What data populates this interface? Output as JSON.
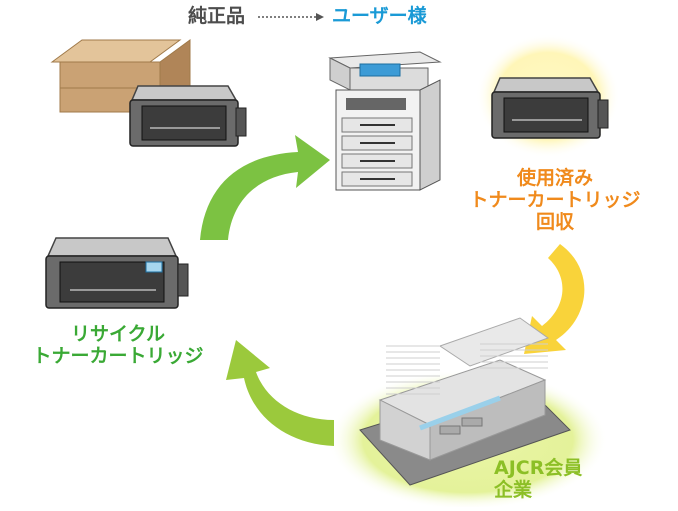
{
  "top": {
    "source_label": "純正品",
    "target_label": "ユーザー様"
  },
  "used": {
    "line1": "使用済み",
    "line2": "トナーカートリッジ",
    "line3": "回収"
  },
  "recycle": {
    "line1": "リサイクル",
    "line2": "トナーカートリッジ"
  },
  "member": {
    "line1": "AJCR会員",
    "line2": "企業"
  },
  "colors": {
    "green_arrow": "#7cc242",
    "light_green_arrow": "#9bc93c",
    "yellow_arrow": "#f9d33a",
    "blue_text": "#1a9ad6",
    "orange_text": "#f08a1c",
    "green_text": "#3aa935",
    "glow_yellow": "#fff6b8",
    "glow_green": "#e4f29a"
  }
}
